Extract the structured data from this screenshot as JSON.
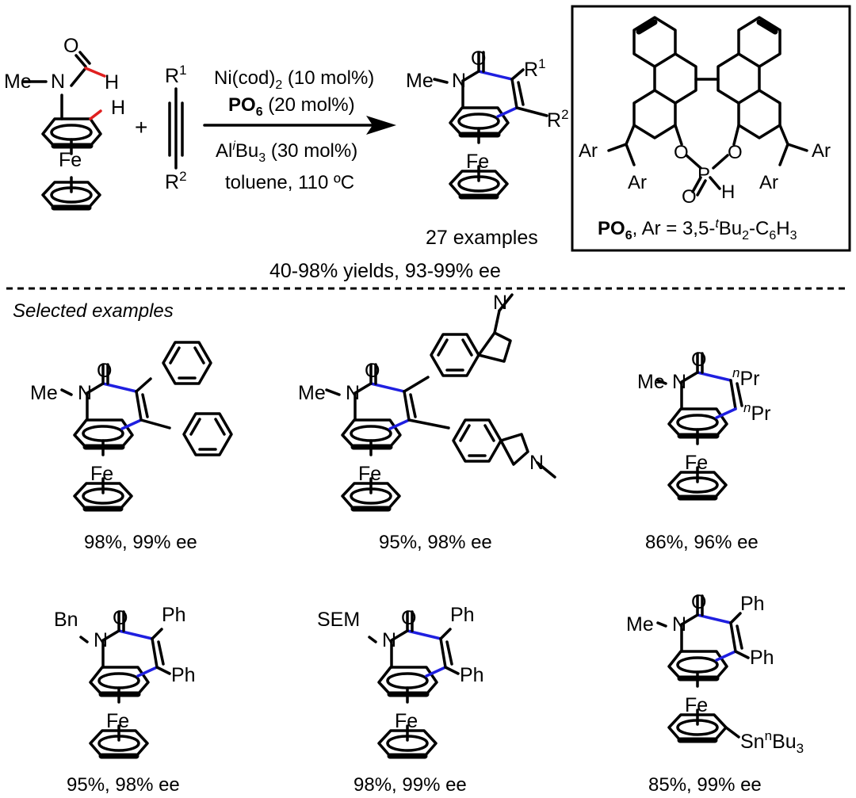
{
  "scheme": {
    "reagent_line1": "Ni(cod)",
    "reagent_line1_sub": "2",
    "reagent_line1_tail": " (10 mol%)",
    "ligand_name": "PO",
    "ligand_sub": "6",
    "ligand_loading": " (20 mol%)",
    "additive_prefix": "Al",
    "additive_sup": "i",
    "additive_main": "Bu",
    "additive_sub": "3",
    "additive_tail": " (30 mol%)",
    "conditions": "toluene, 110 ºC",
    "plus": "+",
    "examples_count": "27 examples",
    "yield_range": "40-98% yields, 93-99% ee"
  },
  "labels": {
    "me": "Me",
    "n": "N",
    "o": "O",
    "h": "H",
    "fe": "Fe",
    "r": "R",
    "r1_sup": "1",
    "r2_sup": "2",
    "ph": "Ph",
    "pr": "Pr",
    "n_prefix": "n",
    "bn": "Bn",
    "sem": "SEM",
    "sn": "Sn",
    "bu": "Bu",
    "sub3": "3",
    "p": "P",
    "ar": "Ar"
  },
  "ligand_box": {
    "name": "PO",
    "sub": "6",
    "definition_prefix": ", Ar = 3,5-",
    "t_sup": "t",
    "definition_bu": "Bu",
    "bu_sub": "2",
    "definition_c6": "-C",
    "c6_sub": "6",
    "definition_h": "H",
    "h_sub": "3"
  },
  "section_title": "Selected examples",
  "examples": [
    {
      "result": "98%, 99% ee"
    },
    {
      "result": "95%, 98% ee"
    },
    {
      "result": "86%, 96% ee"
    },
    {
      "result": "95%, 98% ee"
    },
    {
      "result": "98%, 99% ee"
    },
    {
      "result": "85%, 99% ee"
    }
  ],
  "colors": {
    "new_bond": "#1f1fe0",
    "reactive_bond": "#e02020"
  }
}
